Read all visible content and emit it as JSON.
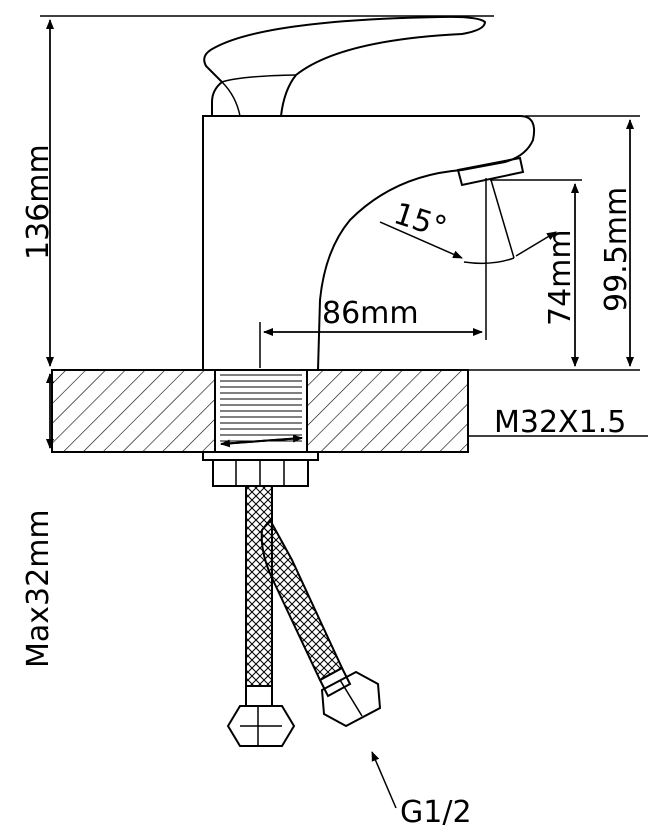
{
  "dimensions": {
    "height_total": "136mm",
    "height_body": "99.5mm",
    "height_spout": "74mm",
    "reach": "86mm",
    "angle": "15°",
    "thread": "M32X1.5",
    "max_counter": "Max32mm",
    "hose_connection": "G1/2"
  },
  "colors": {
    "line": "#000000",
    "background": "#ffffff"
  }
}
